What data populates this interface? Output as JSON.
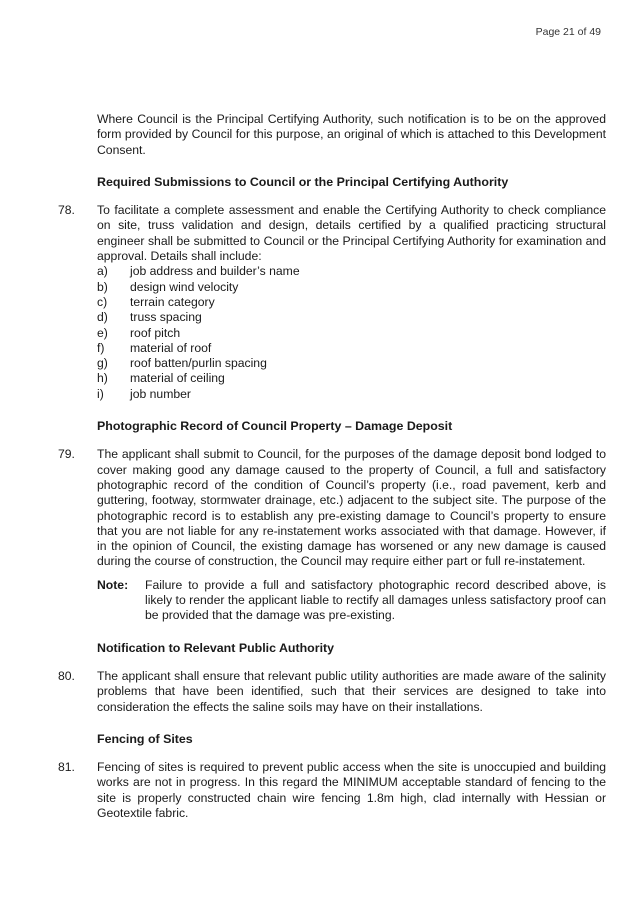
{
  "header": {
    "page_number": "Page 21 of 49"
  },
  "intro": {
    "text": "Where Council is the Principal Certifying Authority, such notification is to be on the approved form provided by Council for this purpose, an original of which is attached to this Development Consent."
  },
  "sections": [
    {
      "heading": "Required Submissions to Council or the Principal Certifying Authority",
      "number": "78.",
      "text": "To facilitate a complete assessment and enable the Certifying Authority to check compliance on site, truss validation and design, details certified by a qualified practicing structural engineer shall be submitted to Council or the Principal Certifying Authority for examination and approval.  Details shall include:",
      "items": [
        {
          "letter": "a)",
          "text": "job address and builder’s name"
        },
        {
          "letter": "b)",
          "text": "design wind velocity"
        },
        {
          "letter": "c)",
          "text": "terrain category"
        },
        {
          "letter": "d)",
          "text": "truss spacing"
        },
        {
          "letter": "e)",
          "text": "roof pitch"
        },
        {
          "letter": "f)",
          "text": "material of roof"
        },
        {
          "letter": "g)",
          "text": "roof batten/purlin spacing"
        },
        {
          "letter": "h)",
          "text": "material of ceiling"
        },
        {
          "letter": "i)",
          "text": "job number"
        }
      ]
    },
    {
      "heading": "Photographic Record of Council Property – Damage Deposit",
      "number": "79.",
      "text": "The applicant shall submit to Council, for the purposes of the damage deposit bond lodged to cover making good any damage caused to the property of Council, a full and satisfactory photographic record of the condition of Council’s property (i.e., road pavement, kerb and guttering, footway, stormwater drainage, etc.) adjacent to the subject site.  The purpose of the photographic record is to establish any pre-existing damage to Council’s property to ensure that you are not liable for any re-instatement works associated with that damage. However, if in the opinion of Council, the existing damage has worsened or any new damage is caused during the course of construction, the Council may require either part or full re-instatement.",
      "note_label": "Note:",
      "note_text": "Failure to provide a full and satisfactory photographic record described above, is likely to render the applicant liable to rectify all damages unless satisfactory proof can be provided that the damage was pre-existing."
    },
    {
      "heading": "Notification to Relevant Public Authority",
      "number": "80.",
      "text": "The applicant shall ensure that relevant public utility authorities are made aware of the salinity problems that have been identified, such that their services are designed to take into consideration the effects the saline soils may have on their installations."
    },
    {
      "heading": "Fencing of Sites",
      "number": "81.",
      "text": "Fencing of sites is required to prevent public access when the site is unoccupied and building works are not in progress. In this regard the MINIMUM acceptable standard of fencing to the site is properly constructed chain wire fencing 1.8m high, clad internally with Hessian or Geotextile fabric."
    }
  ]
}
